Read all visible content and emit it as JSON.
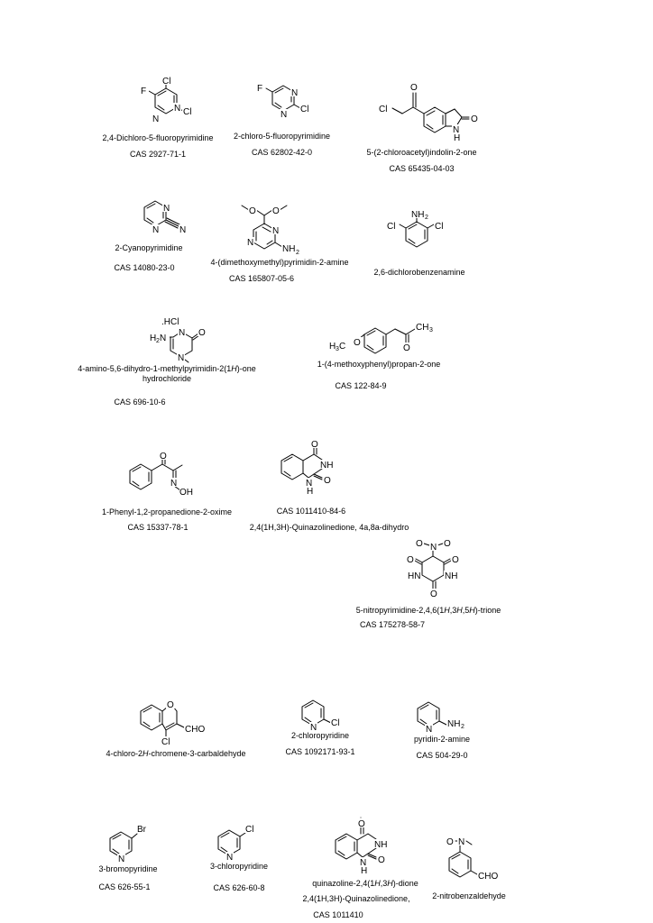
{
  "compounds": [
    {
      "name": "2,4-Dichloro-5-fluoropyrimidine",
      "cas": "CAS  2927-71-1",
      "atoms": {
        "a1": "Cl",
        "a2": "F",
        "a3": "N",
        "a4": "N",
        "a5": "Cl"
      }
    },
    {
      "name": "2-chloro-5-fluoropyrimidine",
      "cas": "CAS 62802-42-0",
      "atoms": {
        "a1": "F",
        "a2": "N",
        "a3": "N",
        "a4": "Cl"
      }
    },
    {
      "name": "5-(2-chloroacetyl)indolin-2-one",
      "cas": "CAS  65435-04-03",
      "atoms": {
        "a1": "O",
        "a2": "Cl",
        "a3": "O",
        "a4": "N",
        "a5": "H"
      }
    },
    {
      "name": "2-Cyanopyrimidine",
      "cas": "CAS  14080-23-0",
      "atoms": {
        "a1": "N",
        "a2": "N",
        "a3": "N"
      }
    },
    {
      "name": "4-(dimethoxymethyl)pyrimidin-2-amine",
      "cas": "CAS 165807-05-6",
      "atoms": {
        "a1": "O",
        "a2": "O",
        "a3": "N",
        "a4": "N",
        "a5": "NH",
        "a6": "2"
      }
    },
    {
      "name": "2,6-dichlorobenzenamine",
      "atoms": {
        "a1": "NH",
        "a2": "2",
        "a3": "Cl",
        "a4": "Cl"
      }
    },
    {
      "name_p1": "4-amino-5,6-dihydro-1-methylpyrimidin-2(1",
      "name_it": "H",
      "name_p2": ")-one",
      "name_line2": "hydrochloride",
      "cas": "CAS 696-10-6",
      "atoms": {
        "a1": ".HCl",
        "a2": "H",
        "a3": "2",
        "a4": "N",
        "a5": "N",
        "a6": "O",
        "a7": "N"
      }
    },
    {
      "name": "1-(4-methoxyphenyl)propan-2-one",
      "cas": "CAS 122-84-9",
      "atoms": {
        "a1": "H",
        "a2": "3",
        "a3": "C",
        "a4": "O",
        "a5": "O",
        "a6": "CH",
        "a7": "3"
      }
    },
    {
      "name": "1-Phenyl-1,2-propanedione-2-oxime",
      "cas": "CAS 15337-78-1",
      "atoms": {
        "a1": "O",
        "a2": "N",
        "a3": "OH"
      }
    },
    {
      "cas": "CAS  1011410-84-6",
      "name": "2,4(1H,3H)-Quinazolinedione, 4a,8a-dihydro",
      "atoms": {
        "a1": "O",
        "a2": "NH",
        "a3": "O",
        "a4": "N",
        "a5": "H"
      }
    },
    {
      "name_p1": "5-nitropyrimidine-2,4,6(1",
      "name_it1": "H",
      "name_p2": ",3",
      "name_it2": "H",
      "name_p3": ",5",
      "name_it3": "H",
      "name_p4": ")-trione",
      "cas": "CAS  175278-58-7",
      "atoms": {
        "a1": "O",
        "a2": "N",
        "a3": "O",
        "a4": "O",
        "a5": "O",
        "a6": "HN",
        "a7": "NH",
        "a8": "O"
      }
    },
    {
      "name_p1": "4-chloro-2",
      "name_it": "H",
      "name_p2": "-chromene-3-carbaldehyde",
      "atoms": {
        "a1": "O",
        "a2": "CHO",
        "a3": "Cl"
      }
    },
    {
      "name": "2-chloropyridine",
      "cas": "CAS 1092171-93-1",
      "atoms": {
        "a1": "N",
        "a2": "Cl"
      }
    },
    {
      "name": "pyridin-2-amine",
      "cas": "CAS 504-29-0",
      "atoms": {
        "a1": "N",
        "a2": "NH",
        "a3": "2"
      }
    },
    {
      "name": "3-bromopyridine",
      "cas": "CAS 626-55-1",
      "atoms": {
        "a1": "Br",
        "a2": "N"
      }
    },
    {
      "name": "3-chloropyridine",
      "cas": "CAS 626-60-8",
      "atoms": {
        "a1": "Cl",
        "a2": "N"
      }
    },
    {
      "name_p1": "quinazoline-2,4(1",
      "name_it1": "H",
      "name_p2": ",3",
      "name_it2": "H",
      "name_p3": ")-dione",
      "name_line2": "2,4(1H,3H)-Quinazolinedione,",
      "cas": "CAS  1011410",
      "atoms": {
        "a1": "O",
        "a2": "NH",
        "a3": "O",
        "a4": "N",
        "a5": "H"
      }
    },
    {
      "name": "2-nitrobenzaldehyde",
      "atoms": {
        "a1": "O",
        "a2": "N",
        "a3": "CHO"
      }
    }
  ]
}
